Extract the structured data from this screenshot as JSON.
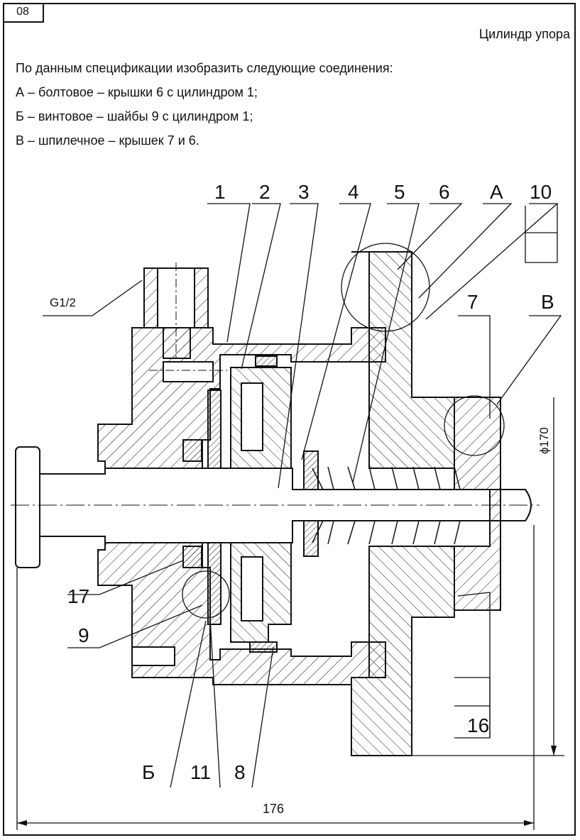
{
  "sheet": {
    "number": "08",
    "title": "Цилиндр упора"
  },
  "task": {
    "intro": "По данным спецификации изобразить следующие соединения:",
    "items": [
      "А – болтовое – крышки 6 с цилиндром 1;",
      "Б – винтовое – шайбы 9  с цилиндром 1;",
      "В – шпилечное – крышек 7 и 6."
    ]
  },
  "drawing": {
    "thread_label": "G1/2",
    "leaders_top": [
      "1",
      "2",
      "3",
      "4",
      "5",
      "6",
      "А",
      "10"
    ],
    "leaders_right": [
      "7",
      "В"
    ],
    "leaders_left": [
      "17",
      "9"
    ],
    "leaders_bottom": [
      "Б",
      "11",
      "8"
    ],
    "leader_16": "16",
    "dim_diameter": "ϕ170",
    "dim_length": "176"
  }
}
